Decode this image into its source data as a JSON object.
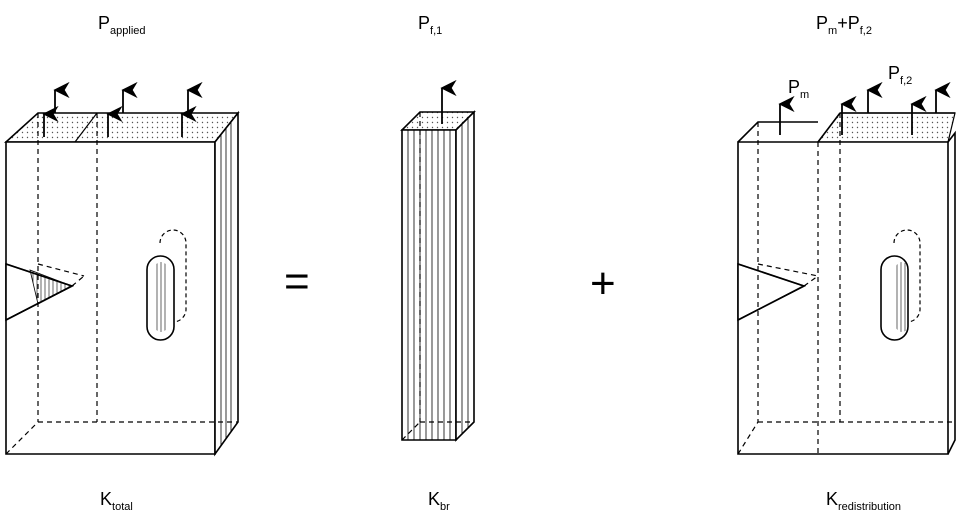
{
  "top_labels": {
    "left": {
      "main": "P",
      "sub": "applied"
    },
    "middle": {
      "main": "P",
      "sub": "f,1"
    },
    "right": {
      "main1": "P",
      "sub1": "m",
      "plus": "+",
      "main2": "P",
      "sub2": "f,2"
    }
  },
  "inline_labels": {
    "pm": {
      "main": "P",
      "sub": "m"
    },
    "pf2": {
      "main": "P",
      "sub": "f,2"
    }
  },
  "bottom_labels": {
    "left": {
      "main": "K",
      "sub": "total"
    },
    "middle": {
      "main": "K",
      "sub": "br"
    },
    "right": {
      "main": "K",
      "sub": "redistribution"
    }
  },
  "operators": {
    "equals": "=",
    "plus": "+"
  },
  "colors": {
    "line": "#000000",
    "dots": "#555555",
    "background": "#ffffff"
  }
}
